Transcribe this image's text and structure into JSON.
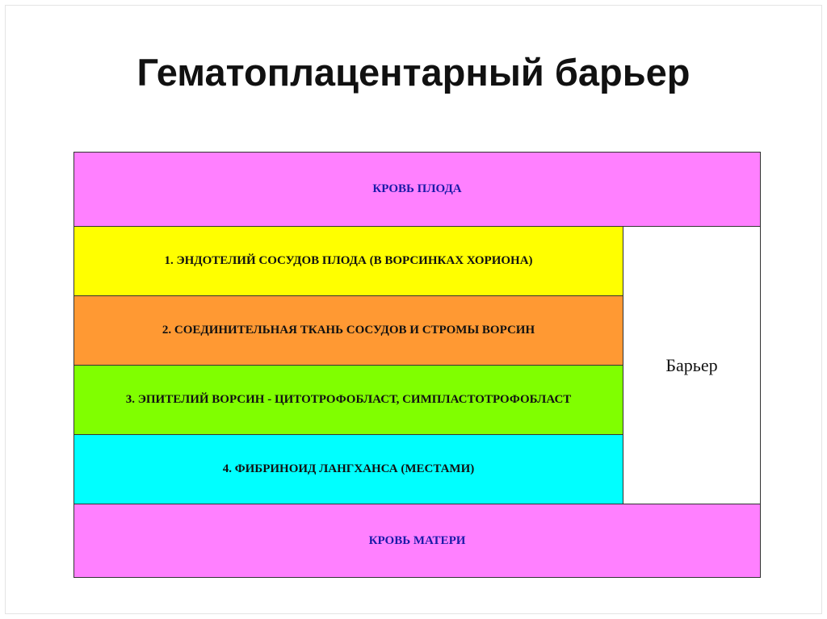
{
  "title": "Гематоплацентарный барьер",
  "diagram": {
    "fetal_blood": {
      "label": "КРОВЬ ПЛОДА",
      "fill": "#ff80ff",
      "text_color": "#1a1aa8"
    },
    "layers": [
      {
        "label": "1. ЭНДОТЕЛИЙ СОСУДОВ ПЛОДА (В ВОРСИНКАХ ХОРИОНА)",
        "fill": "#ffff00",
        "text_color": "#111111"
      },
      {
        "label": "2. СОЕДИНИТЕЛЬНАЯ ТКАНЬ СОСУДОВ И СТРОМЫ ВОРСИН",
        "fill": "#ff9933",
        "text_color": "#111111"
      },
      {
        "label": "3. ЭПИТЕЛИЙ ВОРСИН - ЦИТОТРОФОБЛАСТ, СИМПЛАСТОТРОФОБЛАСТ",
        "fill": "#80ff00",
        "text_color": "#111111"
      },
      {
        "label": "4. ФИБРИНОИД ЛАНГХАНСА (МЕСТАМИ)",
        "fill": "#00ffff",
        "text_color": "#111111"
      }
    ],
    "barrier": {
      "label": "Барьер"
    },
    "maternal_blood": {
      "label": "КРОВЬ МАТЕРИ",
      "fill": "#ff80ff",
      "text_color": "#1a1aa8"
    }
  }
}
